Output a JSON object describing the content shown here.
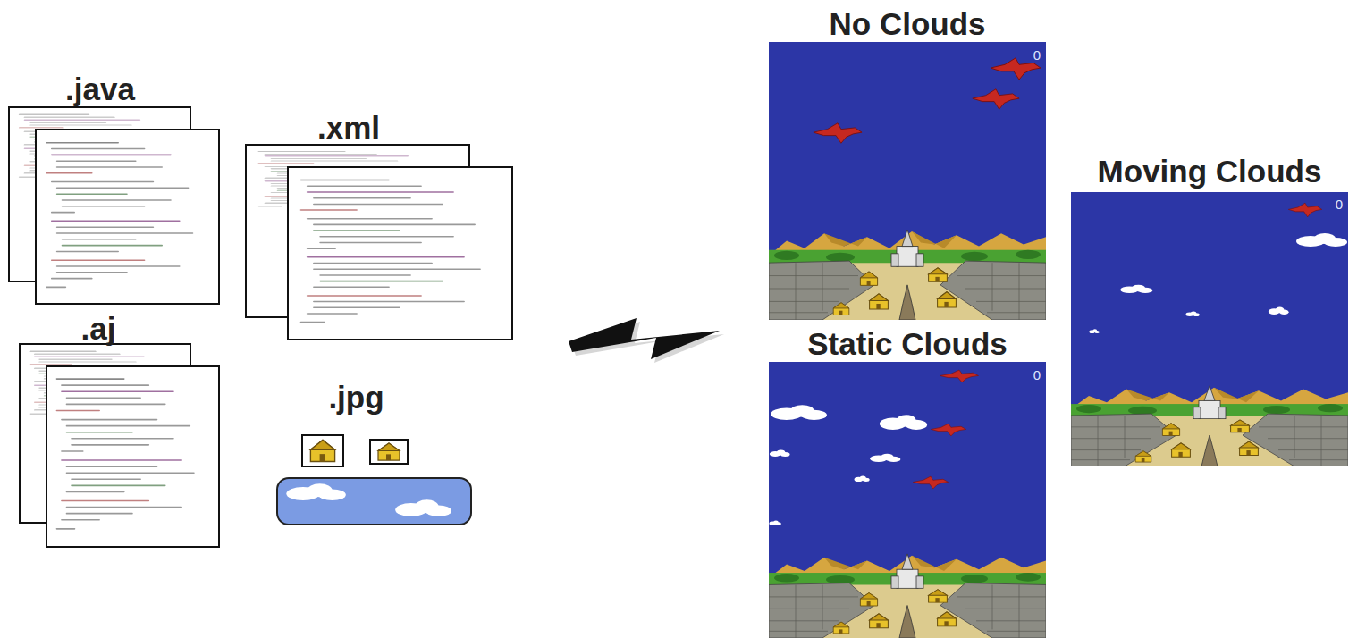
{
  "diagram": {
    "nodes": [
      {
        "text": [
          ".java"
        ]
      },
      {
        "text": [
          ".xml"
        ]
      },
      {
        "text": [
          ".aj"
        ]
      },
      {
        "text": [
          ".jpg"
        ]
      },
      {
        "text": [
          "No Clouds",
          "0"
        ]
      },
      {
        "text": [
          "Static Clouds",
          "0"
        ]
      },
      {
        "text": [
          "Moving Clouds",
          "0"
        ]
      }
    ]
  }
}
